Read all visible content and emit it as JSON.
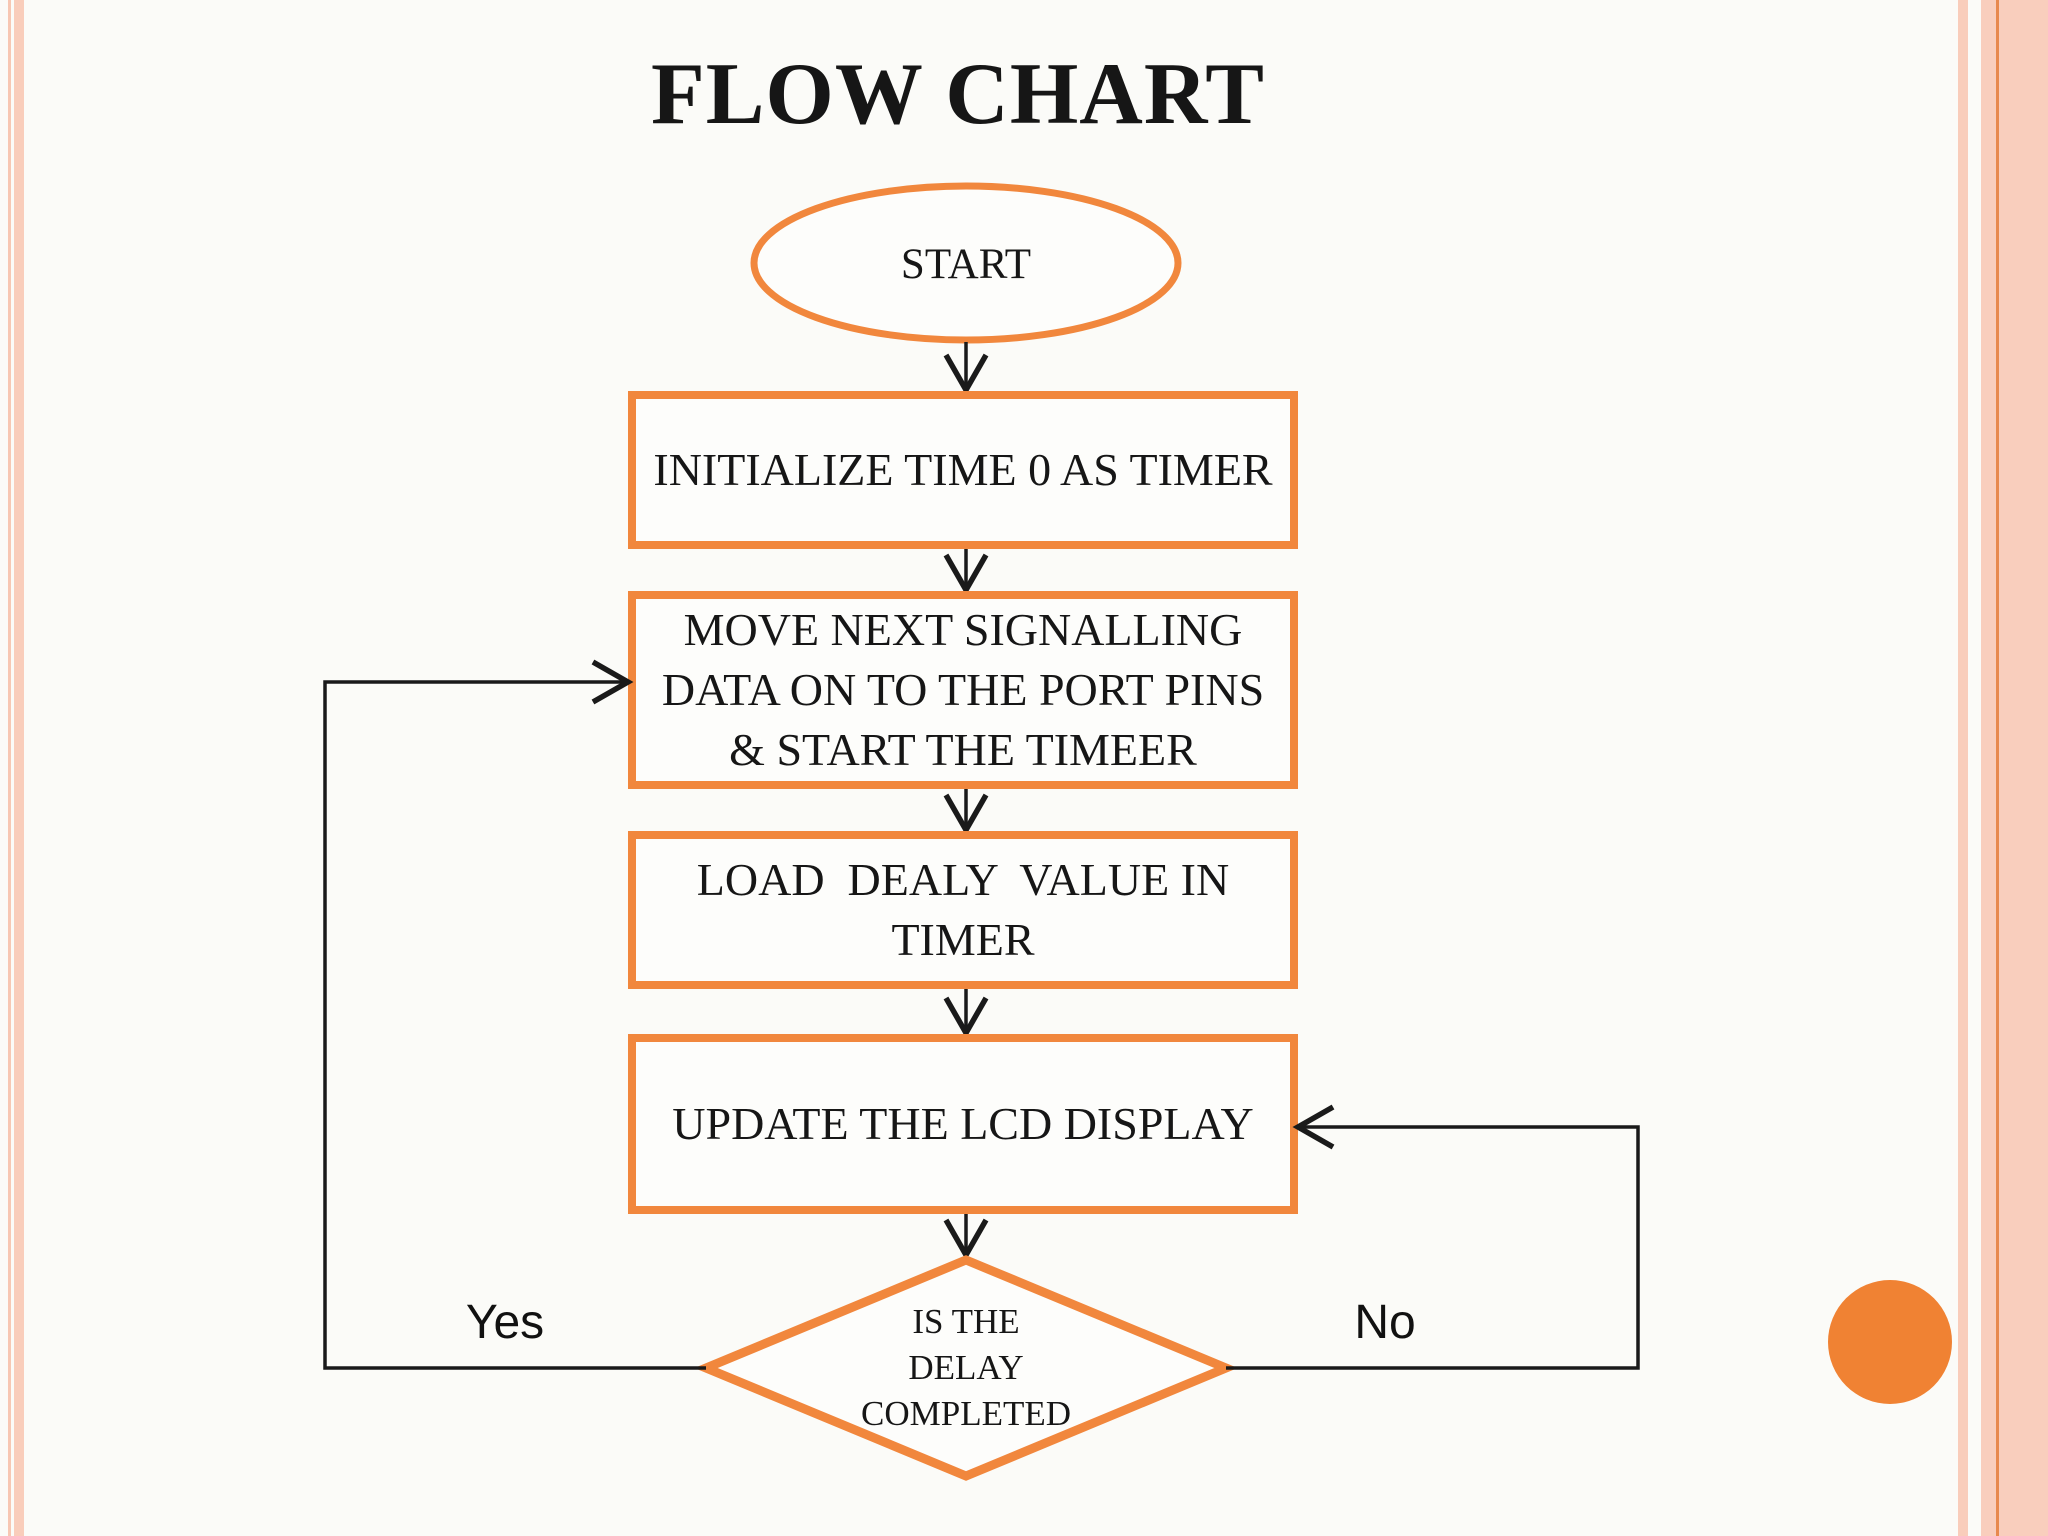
{
  "slide": {
    "title": "FLOW CHART",
    "nodes": {
      "start": {
        "shape": "ellipse",
        "label": "START"
      },
      "init_timer": {
        "shape": "process",
        "label": "INITIALIZE TIME 0 AS TIMER"
      },
      "move_data": {
        "shape": "process",
        "lines": [
          "MOVE NEXT SIGNALLING",
          "DATA ON TO THE PORT PINS",
          "& START THE TIMEER"
        ]
      },
      "load_delay": {
        "shape": "process",
        "lines": [
          "LOAD  DEALY  VALUE IN",
          "TIMER"
        ]
      },
      "update_lcd": {
        "shape": "process",
        "label": "UPDATE THE LCD DISPLAY"
      },
      "delay_check": {
        "shape": "decision",
        "lines": [
          "IS THE",
          "DELAY",
          "COMPLETED"
        ]
      }
    },
    "edges": {
      "yes_label": "Yes",
      "no_label": "No"
    },
    "colors": {
      "shape_outline": "#F1873D",
      "shape_fill": "#FDFDFB",
      "arrow": "#1A1A1A",
      "text": "#161616",
      "background": "#FBFBF8",
      "border_pink": "#F9CDBB",
      "border_accent_line": "#E8894E",
      "corner_circle_fill": "#F08233"
    }
  }
}
